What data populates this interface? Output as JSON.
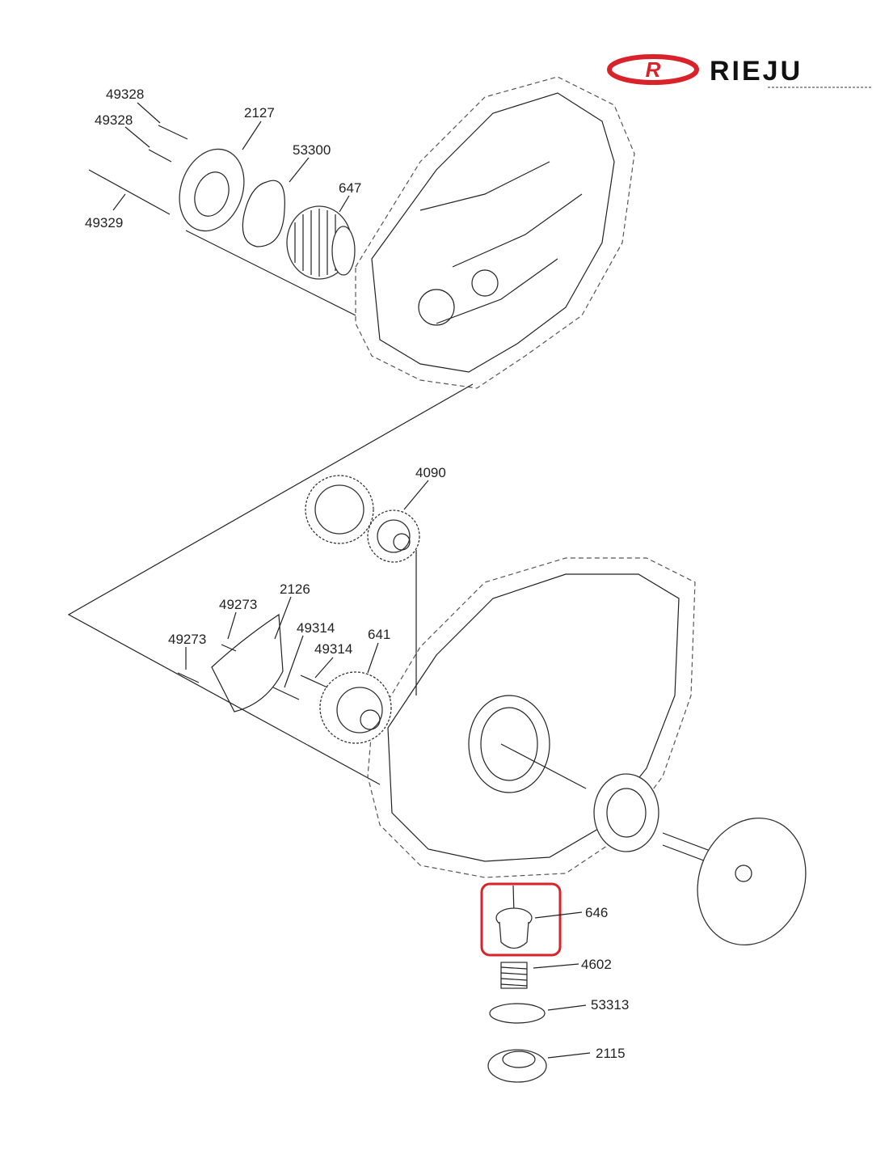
{
  "logo": {
    "brand": "RIEJU",
    "brand_color": "#d9222a"
  },
  "highlight_color": "#d9222a",
  "labels": {
    "p49328a": "49328",
    "p49328b": "49328",
    "p2127": "2127",
    "p53300": "53300",
    "p647": "647",
    "p49329": "49329",
    "p4090": "4090",
    "p2126": "2126",
    "p49273a": "49273",
    "p49273b": "49273",
    "p49314a": "49314",
    "p49314b": "49314",
    "p641": "641",
    "p646": "646",
    "p4602": "4602",
    "p53313": "53313",
    "p2115": "2115"
  }
}
